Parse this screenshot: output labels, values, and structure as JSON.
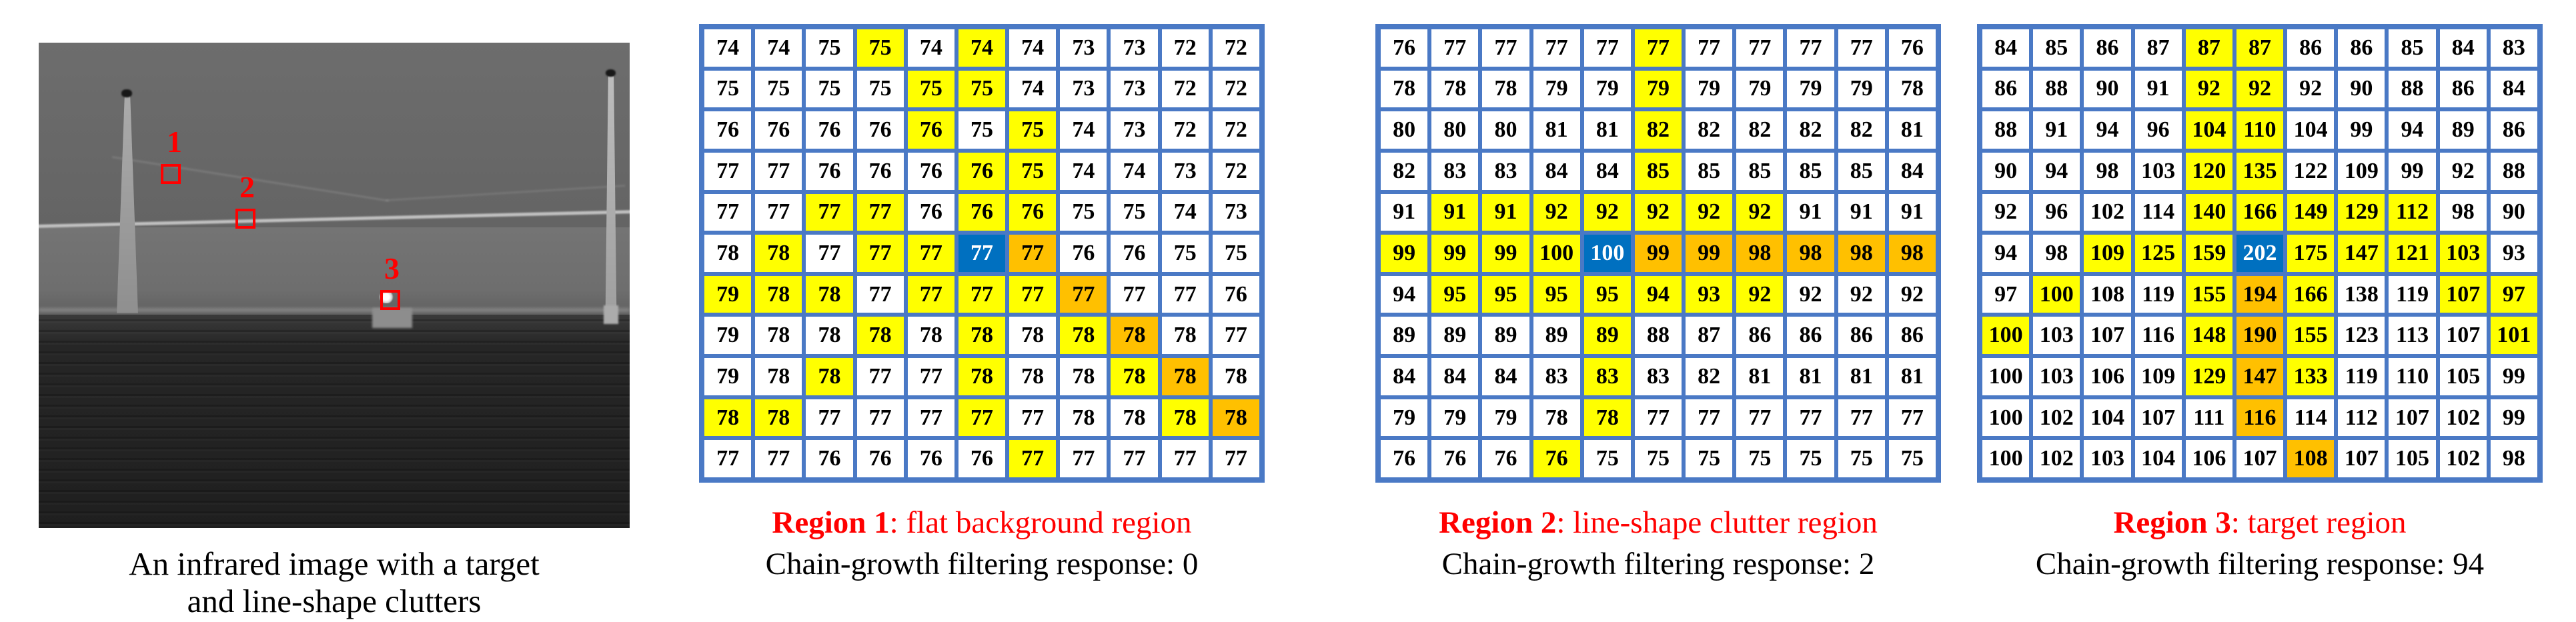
{
  "colors": {
    "highlight_yellow": "#ffff00",
    "highlight_orange": "#ffc000",
    "center_blue": "#0070c0",
    "grid_border_blue": "#4a79c5",
    "annotation_red": "#ff0000"
  },
  "ir_panel": {
    "caption_line1": "An infrared image with a target",
    "caption_line2": "and line-shape clutters",
    "markers": [
      {
        "label": "1"
      },
      {
        "label": "2"
      },
      {
        "label": "3"
      }
    ]
  },
  "regions": [
    {
      "caption_bold": "Region 1",
      "caption_rest": ": flat background region",
      "response_text": "Chain-growth filtering response: 0",
      "grid": {
        "values": [
          [
            74,
            74,
            75,
            75,
            74,
            74,
            74,
            73,
            73,
            72,
            72
          ],
          [
            75,
            75,
            75,
            75,
            75,
            75,
            74,
            73,
            73,
            72,
            72
          ],
          [
            76,
            76,
            76,
            76,
            76,
            75,
            75,
            74,
            73,
            72,
            72
          ],
          [
            77,
            77,
            76,
            76,
            76,
            76,
            75,
            74,
            74,
            73,
            72
          ],
          [
            77,
            77,
            77,
            77,
            76,
            76,
            76,
            75,
            75,
            74,
            73
          ],
          [
            78,
            78,
            77,
            77,
            77,
            77,
            77,
            76,
            76,
            75,
            75
          ],
          [
            79,
            78,
            78,
            77,
            77,
            77,
            77,
            77,
            77,
            77,
            76
          ],
          [
            79,
            78,
            78,
            78,
            78,
            78,
            78,
            78,
            78,
            78,
            77
          ],
          [
            79,
            78,
            78,
            77,
            77,
            78,
            78,
            78,
            78,
            78,
            78
          ],
          [
            78,
            78,
            77,
            77,
            77,
            77,
            77,
            78,
            78,
            78,
            78
          ],
          [
            77,
            77,
            76,
            76,
            76,
            76,
            77,
            77,
            77,
            77,
            77
          ]
        ],
        "highlights": [
          "...y.y.....",
          "....yy.....",
          "....y.y....",
          ".....yy....",
          "..yy.yy....",
          ".y.yybo....",
          "yyy.yyyo...",
          "...y.y.yo..",
          "..y..y..yo.",
          "yy...y...yo",
          "......y...."
        ]
      }
    },
    {
      "caption_bold": "Region 2",
      "caption_rest": ": line-shape clutter region",
      "response_text": "Chain-growth filtering response: 2",
      "grid": {
        "values": [
          [
            76,
            77,
            77,
            77,
            77,
            77,
            77,
            77,
            77,
            77,
            76
          ],
          [
            78,
            78,
            78,
            79,
            79,
            79,
            79,
            79,
            79,
            79,
            78
          ],
          [
            80,
            80,
            80,
            81,
            81,
            82,
            82,
            82,
            82,
            82,
            81
          ],
          [
            82,
            83,
            83,
            84,
            84,
            85,
            85,
            85,
            85,
            85,
            84
          ],
          [
            91,
            91,
            91,
            92,
            92,
            92,
            92,
            92,
            91,
            91,
            91
          ],
          [
            99,
            99,
            99,
            100,
            100,
            99,
            99,
            98,
            98,
            98,
            98
          ],
          [
            94,
            95,
            95,
            95,
            95,
            94,
            93,
            92,
            92,
            92,
            92
          ],
          [
            89,
            89,
            89,
            89,
            89,
            88,
            87,
            86,
            86,
            86,
            86
          ],
          [
            84,
            84,
            84,
            83,
            83,
            83,
            82,
            81,
            81,
            81,
            81
          ],
          [
            79,
            79,
            79,
            78,
            78,
            77,
            77,
            77,
            77,
            77,
            77
          ],
          [
            76,
            76,
            76,
            76,
            75,
            75,
            75,
            75,
            75,
            75,
            75
          ]
        ],
        "highlights": [
          ".....y.....",
          ".....y.....",
          ".....y.....",
          ".....y.....",
          ".yyyyyyy...",
          "yyyyboooooo",
          ".yyyyyyy...",
          "....y......",
          "....y......",
          "....y......",
          "...y......."
        ]
      }
    },
    {
      "caption_bold": "Region 3",
      "caption_rest": ": target region",
      "response_text": "Chain-growth filtering response: 94",
      "grid": {
        "values": [
          [
            84,
            85,
            86,
            87,
            87,
            87,
            86,
            86,
            85,
            84,
            83
          ],
          [
            86,
            88,
            90,
            91,
            92,
            92,
            92,
            90,
            88,
            86,
            84
          ],
          [
            88,
            91,
            94,
            96,
            104,
            110,
            104,
            99,
            94,
            89,
            86
          ],
          [
            90,
            94,
            98,
            103,
            120,
            135,
            122,
            109,
            99,
            92,
            88
          ],
          [
            92,
            96,
            102,
            114,
            140,
            166,
            149,
            129,
            112,
            98,
            90
          ],
          [
            94,
            98,
            109,
            125,
            159,
            202,
            175,
            147,
            121,
            103,
            93
          ],
          [
            97,
            100,
            108,
            119,
            155,
            194,
            166,
            138,
            119,
            107,
            97
          ],
          [
            100,
            103,
            107,
            116,
            148,
            190,
            155,
            123,
            113,
            107,
            101
          ],
          [
            100,
            103,
            106,
            109,
            129,
            147,
            133,
            119,
            110,
            105,
            99
          ],
          [
            100,
            102,
            104,
            107,
            111,
            116,
            114,
            112,
            107,
            102,
            99
          ],
          [
            100,
            102,
            103,
            104,
            106,
            107,
            108,
            107,
            105,
            102,
            98
          ]
        ],
        "highlights": [
          "....yy.....",
          "....yy.....",
          "....yy.....",
          "....yy.....",
          "....yyyyy..",
          "..yyybyyyy.",
          ".y..yoy..yy",
          "y...yoy...y",
          "....yoy....",
          ".....o.....",
          "......o...."
        ]
      }
    }
  ]
}
